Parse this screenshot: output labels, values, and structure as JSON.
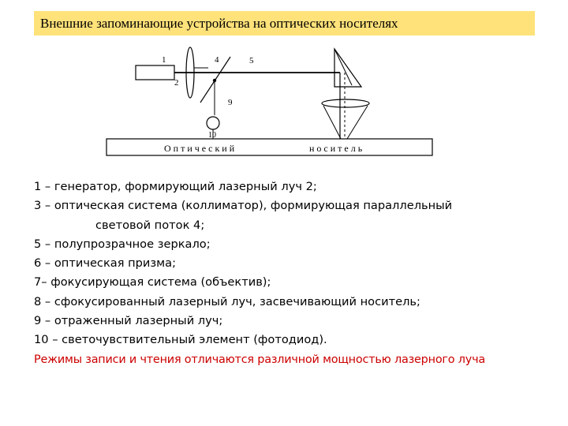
{
  "title": "Внешние запоминающие устройства на оптических  носителях",
  "diagram": {
    "labels": {
      "n1": "1",
      "n2": "2",
      "n4": "4",
      "n5": "5",
      "n9": "9",
      "n10": "10"
    },
    "medium_left": "О п т и ч е с к и й",
    "medium_right": "н о с и т е л ь",
    "colors": {
      "line": "#000000",
      "title_bg": "#ffe27a"
    }
  },
  "legend": {
    "items": [
      "1 –  генератор, формирующий лазерный луч 2;",
      "3 –  оптическая система (коллиматор), формирующая параллельный",
      "световой поток 4;",
      "5 –  полупрозрачное зеркало;",
      "6 –  оптическая призма;",
      "7– фокусирующая система (объектив);",
      "8 – сфокусированный лазерный луч, засвечивающий носитель;",
      "9 – отраженный лазерный луч;",
      "10 –  светочувствительный элемент (фотодиод)."
    ],
    "note": "Режимы  записи и чтения отличаются различной мощностью лазерного луча",
    "note_color": "#cc0000"
  }
}
